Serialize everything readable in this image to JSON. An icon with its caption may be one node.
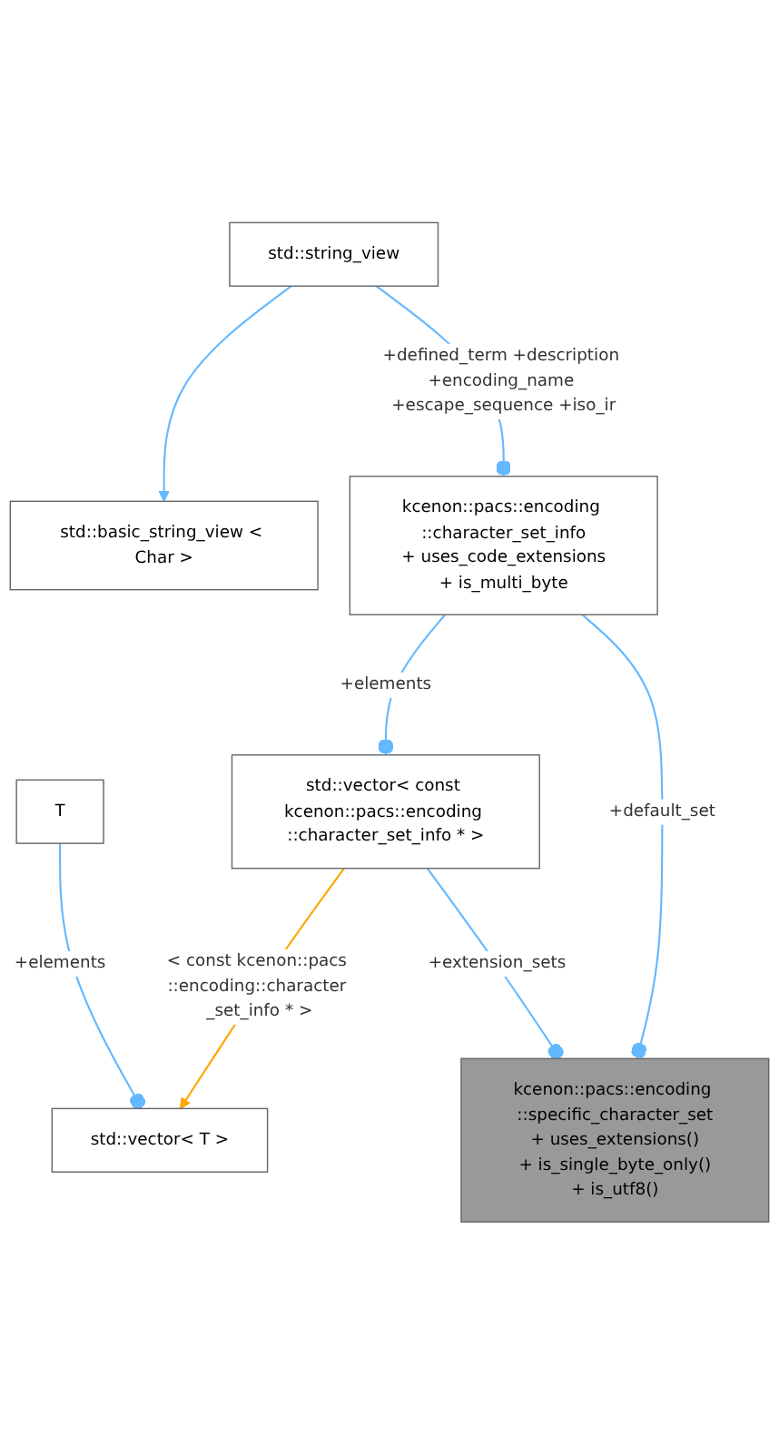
{
  "diagram": {
    "nodes": [
      {
        "text": [
          "std::basic_string_view < Char >"
        ]
      },
      {
        "text": [
          "T"
        ]
      },
      {
        "text": [
          "std::string_view"
        ]
      },
      {
        "text": [
          "std::vector< T >"
        ]
      },
      {
        "text": [
          "kcenon::pacs::encoding ::character_set_info",
          "+ uses_code_extensions",
          "+ is_multi_byte"
        ]
      },
      {
        "text": [
          "std::vector< const kcenon::pacs::encoding ::character_set_info * >"
        ]
      },
      {
        "text": [
          "kcenon::pacs::encoding ::specific_character_set",
          "+ uses_extensions()",
          "+ is_single_byte_only()",
          "+ is_utf8()"
        ]
      }
    ],
    "edges": [
      {
        "from": 2,
        "to": 0,
        "arrow": "to"
      },
      {
        "from": 1,
        "to": 3,
        "arrow": "other",
        "label": "+elements"
      },
      {
        "from": 2,
        "to": 4,
        "arrow": "other",
        "label": "+defined_term +description +encoding_name +escape_sequence +iso_ir"
      },
      {
        "from": 5,
        "to": 3,
        "arrow": "to",
        "label": "< const kcenon::pacs ::encoding::character _set_info * >",
        "color": "#ffa500"
      },
      {
        "from": 4,
        "to": 5,
        "arrow": "other",
        "label": "+elements"
      },
      {
        "from": 5,
        "to": 6,
        "arrow": "other",
        "label": "+extension_sets"
      },
      {
        "from": 4,
        "to": 6,
        "arrow": "other",
        "label": "+default_set"
      }
    ]
  }
}
